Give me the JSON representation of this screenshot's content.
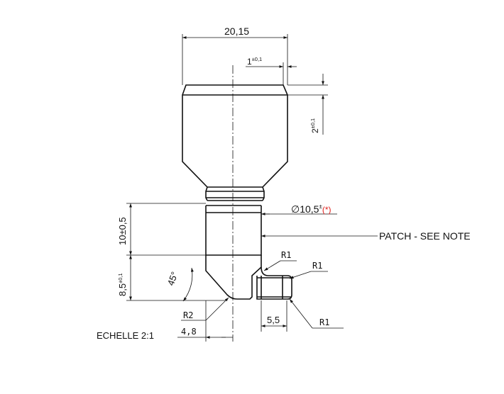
{
  "drawing": {
    "scale_note": "ECHELLE 2:1",
    "patch_note": "PATCH - SEE NOTE",
    "dims": {
      "overall_width": "20,15",
      "top_chamfer": "1",
      "top_chamfer_tol": "±0,1",
      "top_step": "2",
      "top_step_tol": "±0,1",
      "diameter_symbol": "∅",
      "diameter_value": "10,5",
      "diameter_tol": "±",
      "diameter_mark": "(*)",
      "neck_height": "10±0,5",
      "foot_height": "8,5",
      "foot_height_tol": "±0,1",
      "angle": "45°",
      "radius_r2": "R2",
      "radius_r1_a": "R1",
      "radius_r1_b": "R1",
      "radius_r1_c": "R1",
      "foot_offset": "4,8",
      "foot_width": "5,5"
    },
    "colors": {
      "line": "#111111",
      "tolerance_mark": "#e0201c"
    }
  }
}
